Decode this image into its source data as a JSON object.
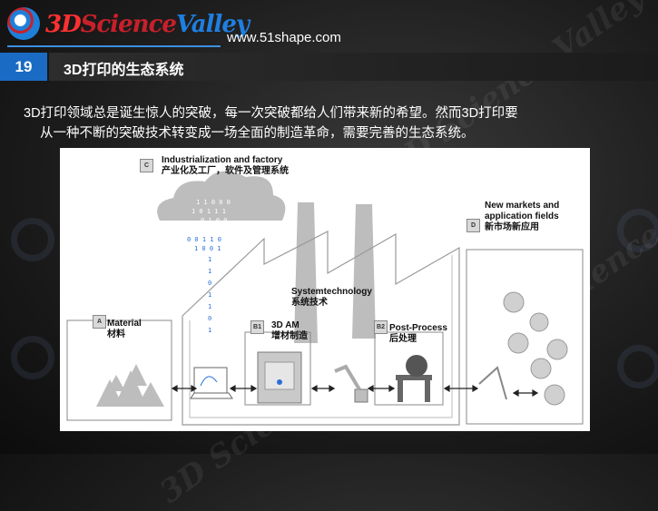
{
  "header": {
    "logo": {
      "brand_3d": "3D",
      "brand_science": "Science",
      "brand_valley": "Valley"
    },
    "site_url": "www.51shape.com"
  },
  "slide": {
    "number": "19",
    "title": "3D打印的生态系统",
    "body_line1": "3D打印领域总是诞生惊人的突破，每一次突破都给人们带来新的希望。然而3D打印要",
    "body_line2": "从一种不断的突破技术转变成一场全面的制造革命，需要完善的生态系统。"
  },
  "diagram": {
    "sections": {
      "c": {
        "tag": "C",
        "title_en": "Industrialization  and factory",
        "title_cn": "产业化及工厂，软件及管理系统"
      },
      "d": {
        "tag": "D",
        "title_en_1": "New markets and",
        "title_en_2": "application fields",
        "title_cn": "新市场新应用"
      },
      "a": {
        "tag": "A",
        "title_en": "Material",
        "title_cn": "材料"
      },
      "b1": {
        "tag": "B1",
        "title_en": "3D AM",
        "title_cn": "增材制造"
      },
      "b2": {
        "tag": "B2",
        "title_en": "Post-Process",
        "title_cn": "后处理"
      },
      "sys": {
        "title_en": "Systemtechnology",
        "title_cn": "系统技术"
      }
    },
    "cloud_binary": [
      "1 1 0 0 0",
      "1 0 1 1 1",
      "0 1 0 0"
    ],
    "stream_binary": [
      "0 0 1 1 0",
      "1 0 0 1",
      "1",
      "1",
      "0",
      "1",
      "1",
      "0",
      "1"
    ]
  },
  "colors": {
    "accent_blue": "#1a6bc4",
    "header_line": "#3d8fe0",
    "diagram_bg": "#ffffff",
    "binary_blue": "#2a6fd6"
  }
}
